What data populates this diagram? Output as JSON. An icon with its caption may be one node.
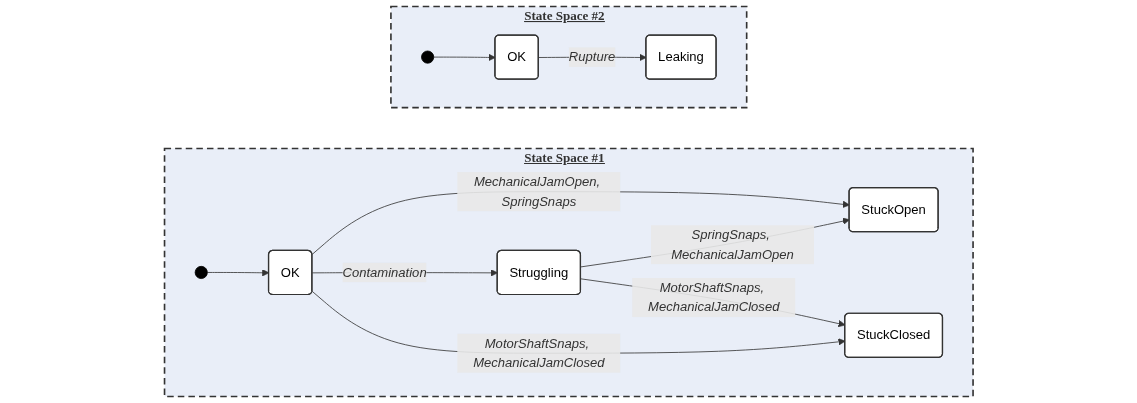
{
  "diagram": {
    "nodes": [
      {
        "text": [
          "State Space #1"
        ]
      },
      {
        "text": [],
        "shape": "circle",
        "in": 0
      },
      {
        "text": [
          "OK"
        ],
        "in": 0
      },
      {
        "text": [
          "StuckOpen"
        ],
        "in": 0
      },
      {
        "text": [
          "Struggling"
        ],
        "in": 0
      },
      {
        "text": [
          "StuckClosed"
        ],
        "in": 0
      },
      {
        "text": [
          "State Space #2"
        ]
      },
      {
        "text": [],
        "shape": "circle",
        "in": 6
      },
      {
        "text": [
          "OK"
        ],
        "in": 6
      },
      {
        "text": [
          "Leaking"
        ],
        "in": 6
      }
    ],
    "edges": [
      {
        "from": 1,
        "to": 2,
        "arrow": "to"
      },
      {
        "from": 2,
        "to": 3,
        "arrow": "to",
        "label": "MechanicalJamOpen, SpringSnaps"
      },
      {
        "from": 2,
        "to": 4,
        "arrow": "to",
        "label": "Contamination"
      },
      {
        "from": 2,
        "to": 5,
        "arrow": "to",
        "label": "MotorShaftSnaps, MechanicalJamClosed"
      },
      {
        "from": 4,
        "to": 3,
        "arrow": "to",
        "label": "SpringSnaps, MechanicalJamOpen"
      },
      {
        "from": 4,
        "to": 5,
        "arrow": "to",
        "label": "MotorShaftSnaps, MechanicalJamClosed"
      },
      {
        "from": 7,
        "to": 8,
        "arrow": "to"
      },
      {
        "from": 8,
        "to": 9,
        "arrow": "to",
        "label": "Rupture"
      }
    ]
  }
}
